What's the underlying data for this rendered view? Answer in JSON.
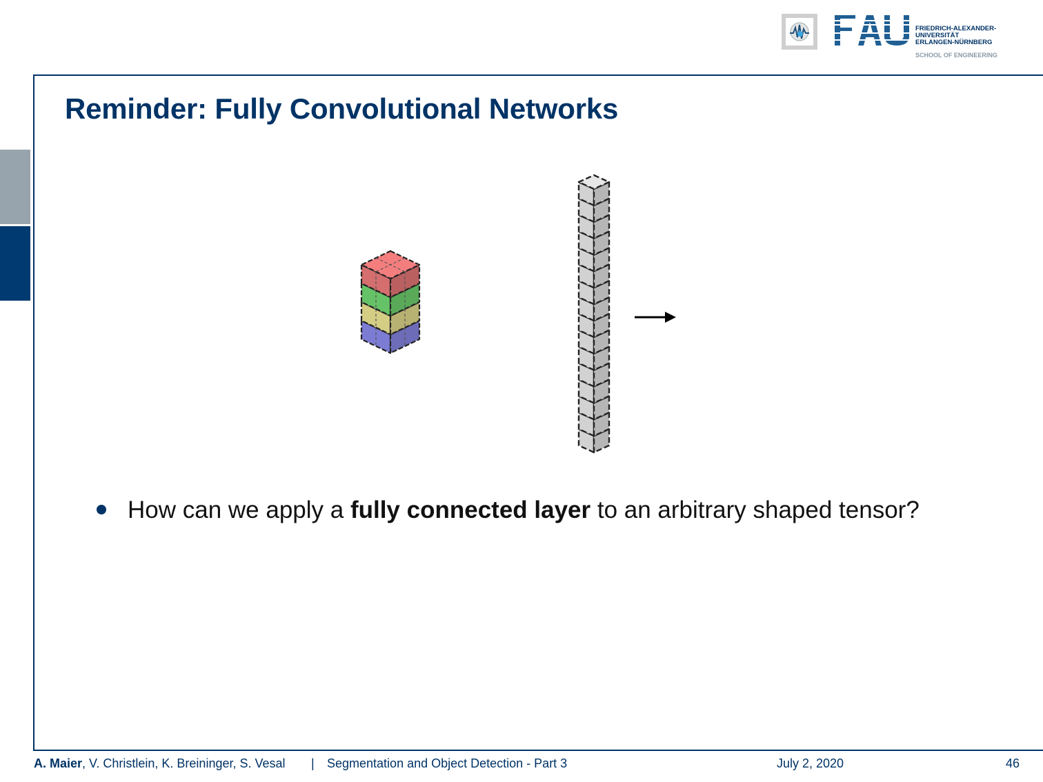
{
  "header": {
    "university_lines": [
      "FRIEDRICH-ALEXANDER-",
      "UNIVERSITÄT",
      "ERLANGEN-NÜRNBERG"
    ],
    "school": "SCHOOL OF ENGINEERING",
    "logo_text": "FAU"
  },
  "slide": {
    "title": "Reminder: Fully Convolutional Networks",
    "bullet": {
      "prefix": "How can we apply a ",
      "bold": "fully connected layer",
      "suffix": " to an arbitrary shaped tensor?"
    }
  },
  "figure": {
    "tensor_layers": [
      {
        "color": "#e87878"
      },
      {
        "color": "#6fd36f"
      },
      {
        "color": "#e6df8f"
      },
      {
        "color": "#8787e6"
      }
    ],
    "column_cells": 16,
    "column_color": "#d6d6d6"
  },
  "footer": {
    "author_main": "A. Maier",
    "authors_rest": ", V. Christlein, K. Breininger, S. Vesal",
    "separator": "|",
    "course": "Segmentation and Object Detection - Part 3",
    "date": "July 2, 2020",
    "page": "46"
  }
}
